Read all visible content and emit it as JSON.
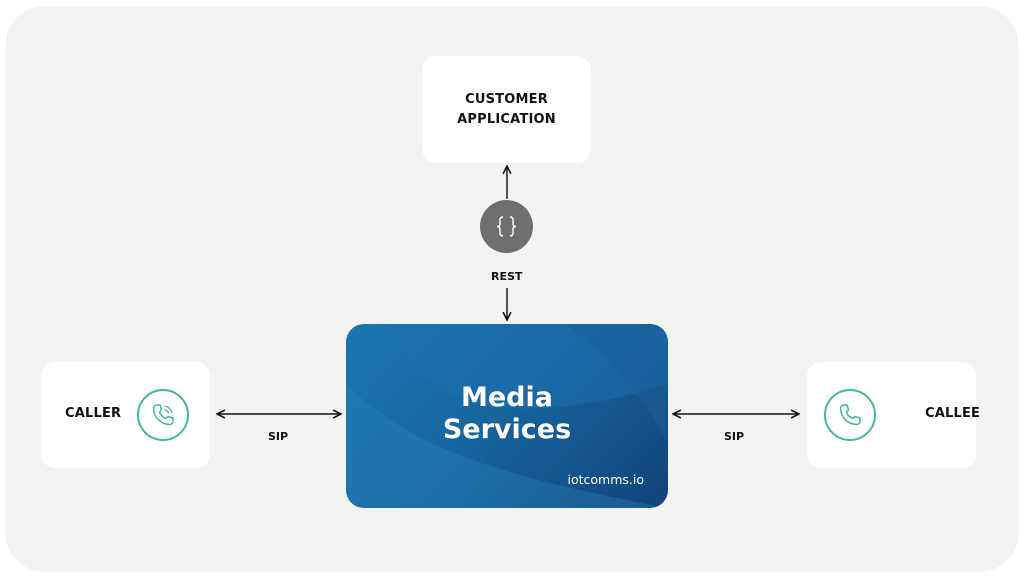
{
  "diagram": {
    "customer_label_line1": "CUSTOMER",
    "customer_label_line2": "APPLICATION",
    "caller_label": "CALLER",
    "callee_label": "CALLEE",
    "media_title_line1": "Media",
    "media_title_line2": "Services",
    "media_brand": "iotcomms.io",
    "rest_label": "REST",
    "sip_left_label": "SIP",
    "sip_right_label": "SIP"
  },
  "icons": {
    "api": "curly-braces-icon",
    "caller": "phone-icon",
    "callee": "phone-icon"
  },
  "colors": {
    "background": "#f3f3f2",
    "box": "#ffffff",
    "media_card": "#1766a0",
    "api_badge": "#6f6f6f",
    "phone_accent": "#3fb89b",
    "arrow": "#111111"
  }
}
